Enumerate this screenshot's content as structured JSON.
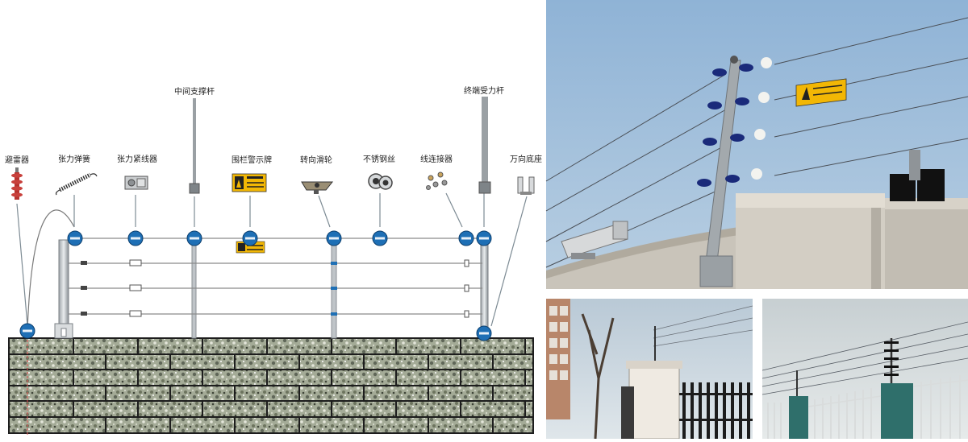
{
  "diagram": {
    "labels": {
      "lightning_arrester": "避雷器",
      "tension_spring": "张力弹簧",
      "tensioner": "张力紧线器",
      "middle_pole": "中间支撑杆",
      "warning_sign": "围栏警示牌",
      "pulley": "转向滑轮",
      "steel_wire": "不锈钢丝",
      "wire_connector": "线连接器",
      "terminal_pole": "终端受力杆",
      "universal_base": "万向底座"
    },
    "colors": {
      "node_blue": "#1e6fb5",
      "wire": "#8a8a8a",
      "sign_yellow": "#f2b705",
      "pole": "#c8ccd0",
      "brick_mortar": "#1d1d1d",
      "brick_fill": "#9aa28e"
    }
  },
  "photos": {
    "main": {
      "icons": [
        "sky-photo",
        "camera-icon",
        "warning-sign-icon"
      ]
    },
    "bottom_left": {
      "icons": [
        "gate-photo"
      ]
    },
    "bottom_right": {
      "icons": [
        "fence-photo"
      ]
    }
  }
}
